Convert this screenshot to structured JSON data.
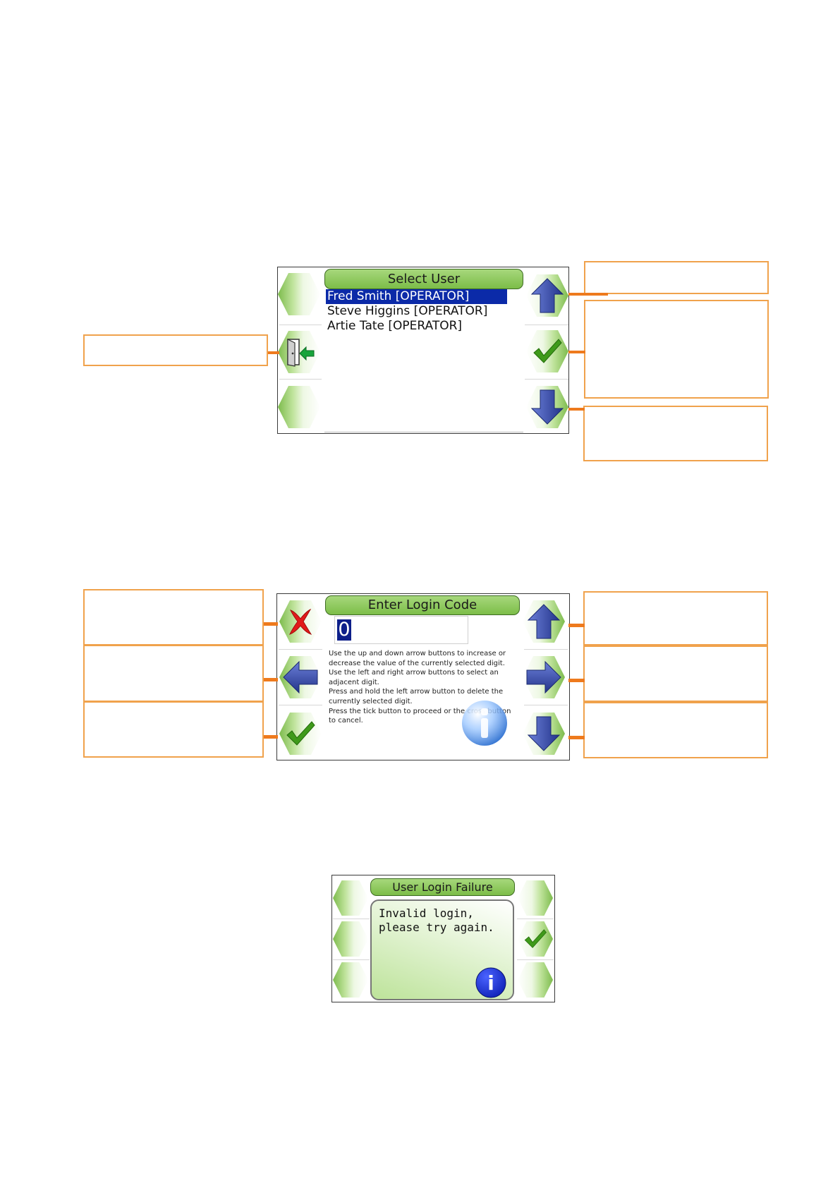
{
  "screens": {
    "select_user": {
      "title": "Select User",
      "users": [
        "Fred Smith [OPERATOR]",
        "Steve Higgins [OPERATOR]",
        "Artie Tate [OPERATOR]"
      ],
      "selected_index": 0,
      "icons": [
        "exit-door-icon",
        "arrow-up-icon",
        "tick-icon",
        "arrow-down-icon"
      ]
    },
    "enter_login_code": {
      "title": "Enter Login Code",
      "code_value": "0",
      "help_lines": [
        "Use the up and down arrow buttons to increase or",
        "decrease the value of the currently selected digit.",
        "Use the left and right arrow buttons to select an",
        "adjacent digit.",
        "Press and hold the left arrow button to delete the",
        "currently selected digit.",
        "Press the tick button to proceed or the cross button",
        "to cancel."
      ],
      "icons": [
        "cross-icon",
        "arrow-left-icon",
        "tick-icon",
        "arrow-up-icon",
        "arrow-right-icon",
        "arrow-down-icon",
        "info-icon"
      ]
    },
    "user_login_failure": {
      "title": "User Login Failure",
      "message": "Invalid login, please try again.",
      "info_glyph": "i",
      "icons": [
        "tick-icon",
        "info-icon"
      ]
    }
  },
  "colors": {
    "title_green": "#7cbd48",
    "selection_blue": "#0b2aa8",
    "arrow_blue": "#2a3f9a",
    "tick_green": "#3f9a1a",
    "cross_red": "#e21a1a",
    "callout_border": "#f0a24c",
    "leader_line": "#ee7a1d"
  }
}
